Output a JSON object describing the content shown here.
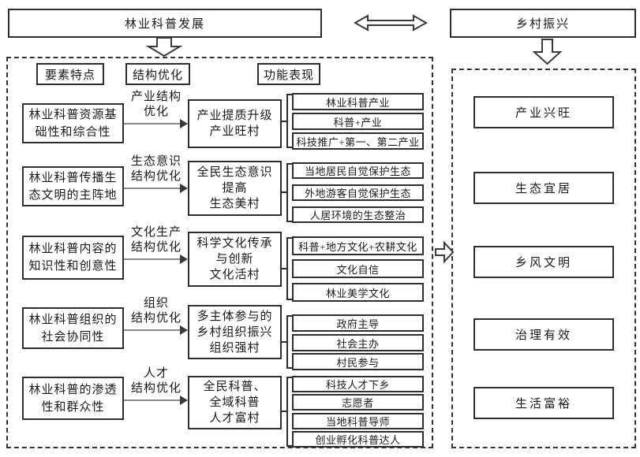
{
  "top_bar": {
    "left_title": "林业科普发展",
    "right_title": "乡村振兴"
  },
  "column_headers": [
    {
      "label": "要素特点"
    },
    {
      "label": "结构优化"
    },
    {
      "label": "功能表现"
    }
  ],
  "rows": [
    {
      "feature_lines": [
        "林业科普资源基",
        "础性和综合性"
      ],
      "arrow_label_lines": [
        "产业结构",
        "优化"
      ],
      "function_lines": [
        "产业提质升级",
        "产业旺村"
      ],
      "outcomes": [
        "林业科普产业",
        "科普+产业",
        "科技推广+第一、第二产业"
      ]
    },
    {
      "feature_lines": [
        "林业科普传播生",
        "态文明的主阵地"
      ],
      "arrow_label_lines": [
        "生态意识",
        "结构优化"
      ],
      "function_lines": [
        "全民生态意识",
        "提高",
        "生态美村"
      ],
      "outcomes": [
        "当地居民自觉保护生态",
        "外地游客自觉保护生态",
        "人居环境的生态整治"
      ]
    },
    {
      "feature_lines": [
        "林业科普内容的",
        "知识性和创意性"
      ],
      "arrow_label_lines": [
        "文化生产",
        "结构优化"
      ],
      "function_lines": [
        "科学文化传承",
        "与创新",
        "文化活村"
      ],
      "outcomes": [
        "科普+地方文化+农耕文化",
        "文化自信",
        "林业美学文化"
      ]
    },
    {
      "feature_lines": [
        "林业科普组织的",
        "社会协同性"
      ],
      "arrow_label_lines": [
        "组织",
        "结构优化"
      ],
      "function_lines": [
        "多主体参与的",
        "乡村组织振兴",
        "组织强村"
      ],
      "outcomes": [
        "政府主导",
        "社会主办",
        "村民参与"
      ]
    },
    {
      "feature_lines": [
        "林业科普的渗透",
        "性和群众性"
      ],
      "arrow_label_lines": [
        "人才",
        "结构优化"
      ],
      "function_lines": [
        "全民科普、",
        "全域科普",
        "人才富村"
      ],
      "outcomes": [
        "科技人才下乡",
        "志愿者",
        "当地科普导师",
        "创业孵化科普达人"
      ]
    }
  ],
  "right_panel": {
    "items": [
      {
        "label": "产业兴旺"
      },
      {
        "label": "生态宜居"
      },
      {
        "label": "乡风文明"
      },
      {
        "label": "治理有效"
      },
      {
        "label": "生活富裕"
      }
    ]
  },
  "colors": {
    "line": "#2e2e2e",
    "text": "#1a1a1a",
    "background": "#ffffff"
  }
}
